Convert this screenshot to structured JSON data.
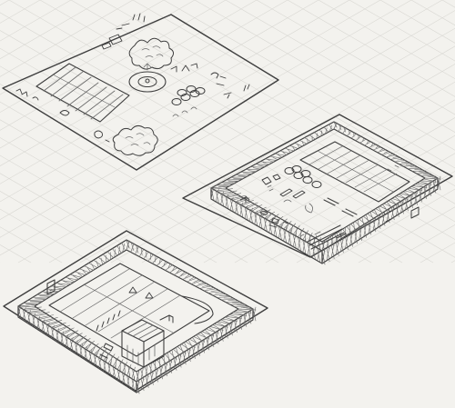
{
  "sheet": {
    "paper_color": "#f3f2ee",
    "ink_color": "#3e3e3e",
    "grid_color": "#d9d8d3"
  },
  "sketches": [
    {
      "id": "site-plan-open",
      "description_icon": "unfenced-park-plan"
    },
    {
      "id": "site-plan-walled",
      "description_icon": "walled-sports-yard"
    },
    {
      "id": "site-plan-pavilion",
      "description_icon": "walled-court-with-pavilion"
    }
  ]
}
